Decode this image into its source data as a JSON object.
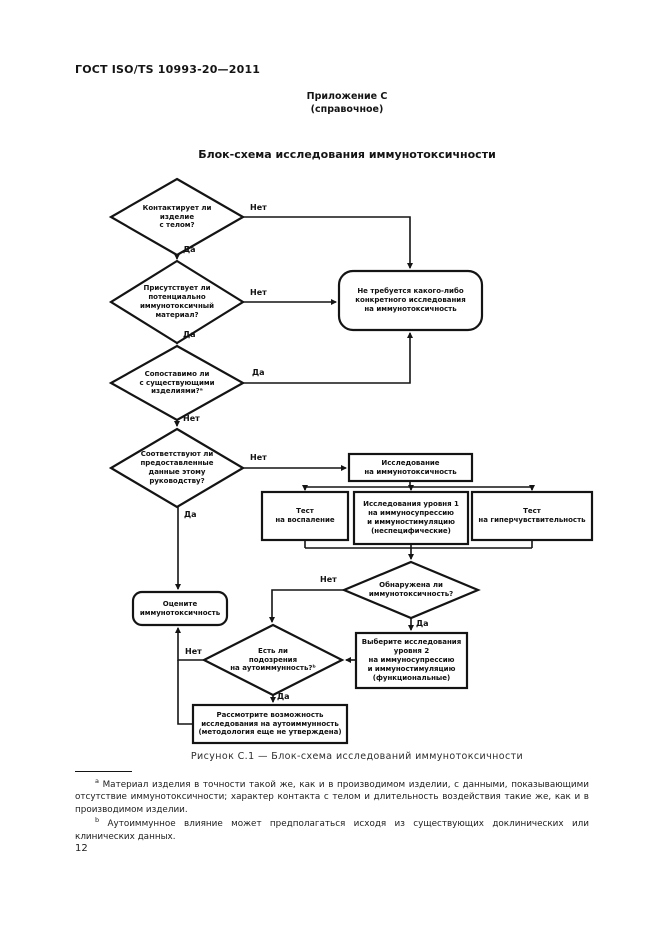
{
  "page": {
    "doc_number": "ГОСТ ISO/TS 10993-20—2011",
    "annex_title": "Приложение С",
    "annex_type": "(справочное)",
    "figure_title": "Блок-схема исследования иммунотоксичности",
    "caption": "Рисунок С.1 — Блок-схема исследований иммунотоксичности",
    "page_number": "12"
  },
  "flowchart": {
    "labels": {
      "yes": "Да",
      "no": "Нет"
    },
    "nodes": {
      "contact": "Контактирует ли\nизделие\nс телом?",
      "material": "Присутствует ли\nпотенциально\nиммунотоксичный\nматериал?",
      "no_study": "Не требуется какого-либо\nконкретного исследования\nна иммунотоксичность",
      "comparable": "Сопоставимо ли\nс существующими\nизделиями?ᵃ",
      "conform": "Соответствуют ли\nпредоставленные\nданные этому\nруководству?",
      "study": "Исследование\nна иммунотоксичность",
      "inflammation": "Тест\nна воспаление",
      "level1": "Исследования уровня 1\nна иммуносупрессию\nи иммуностимуляцию\n(неспецифические)",
      "hypersensitivity": "Тест\nна гиперчувствительность",
      "found": "Обнаружена ли\nиммунотоксичность?",
      "level2": "Выберите исследования\nуровня 2\nна иммуносупрессию\nи иммуностимуляцию\n(функциональные)",
      "autoimmunity": "Есть ли\nподозрения\nна аутоиммунность?ᵇ",
      "evaluate": "Оцените\nиммунотоксичность",
      "consider": "Рассмотрите возможность\nисследования на аутоиммунность\n(методология еще не утверждена)"
    }
  },
  "footnotes": {
    "a": {
      "marker": "a",
      "text": "Материал изделия в точности такой же, как и в производимом изделии, с данными, показывающими отсутствие иммунотоксичности; характер контакта с телом и длительность воздействия такие же, как и в производимом изделии."
    },
    "b": {
      "marker": "b",
      "text": "Аутоиммунное влияние может предполагаться исходя из существующих доклинических или клинических данных."
    }
  }
}
